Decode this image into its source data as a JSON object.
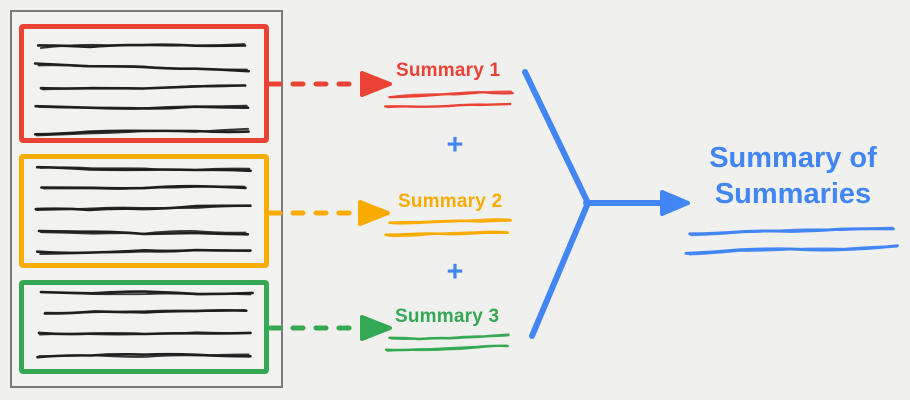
{
  "diagram": {
    "type": "summarization-flow",
    "document": {
      "sections": [
        {
          "name": "red-section",
          "color": "#EA4335",
          "scribble_line_count": 5
        },
        {
          "name": "orange-section",
          "color": "#F9AB00",
          "scribble_line_count": 5
        },
        {
          "name": "green-section",
          "color": "#34A853",
          "scribble_line_count": 4
        }
      ]
    },
    "summaries": [
      {
        "label": "Summary 1",
        "color": "#EA4335"
      },
      {
        "label": "Summary 2",
        "color": "#F9AB00"
      },
      {
        "label": "Summary 3",
        "color": "#34A853"
      }
    ],
    "plus_sign": "+",
    "final": {
      "label": "Summary of Summaries",
      "color": "#4285F4"
    },
    "colors": {
      "red": "#EA4335",
      "orange": "#F9AB00",
      "green": "#34A853",
      "blue": "#4285F4",
      "scribble_black": "#1F1F1F",
      "document_border_gray": "#7A7A7A",
      "background": "#F0F0EE"
    }
  }
}
